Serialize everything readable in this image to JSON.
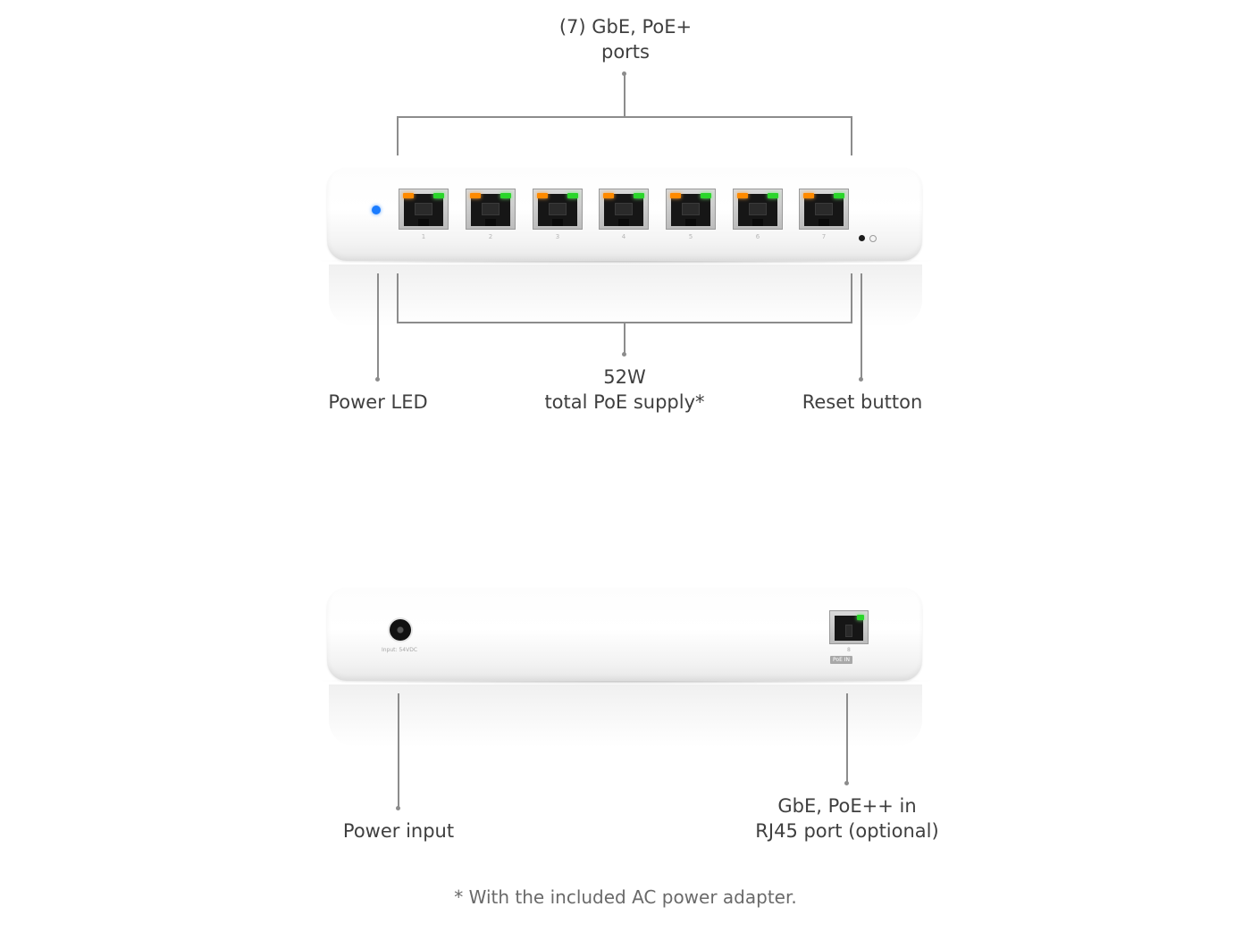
{
  "top_view": {
    "label_ports": [
      "(7) GbE, PoE+",
      "ports"
    ],
    "label_poe_supply": [
      "52W",
      "total PoE supply*"
    ],
    "label_power_led": "Power LED",
    "label_reset": "Reset button",
    "port_numbers": [
      "1",
      "2",
      "3",
      "4",
      "5",
      "6",
      "7"
    ],
    "colors": {
      "power_led": "#1a7cff",
      "port_led_link": "#ff8a00",
      "port_led_activity": "#2bd62b"
    }
  },
  "rear_view": {
    "label_power_input": "Power input",
    "label_uplink": [
      "GbE, PoE++ in",
      "RJ45 port (optional)"
    ],
    "dc_jack_text": "Input: 54VDC",
    "uplink_number": "8",
    "uplink_tag": "PoE IN"
  },
  "footnote": "* With the included AC power adapter."
}
